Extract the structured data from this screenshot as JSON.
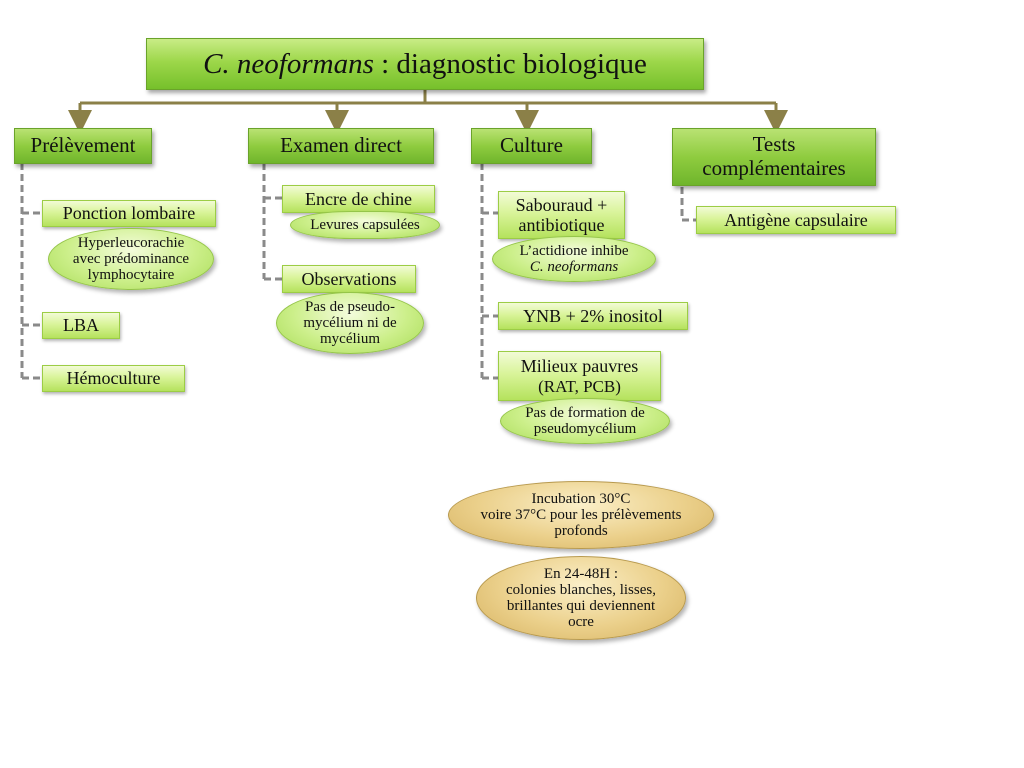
{
  "title": {
    "species": "C. neoformans",
    "rest": " : diagnostic biologique"
  },
  "headers": [
    "Prélèvement",
    "Examen direct",
    "Culture",
    "Tests complémentaires"
  ],
  "prelevement": {
    "ponction": "Ponction lombaire",
    "ponction_note": "Hyperleucorachie avec prédominance lymphocytaire",
    "lba": "LBA",
    "hemoculture": "Hémoculture"
  },
  "examen": {
    "encre": "Encre de chine",
    "encre_note": "Levures capsulées",
    "observations": "Observations",
    "observations_note": "Pas de pseudo-mycélium ni de mycélium"
  },
  "culture": {
    "sabouraud_l1": "Sabouraud +",
    "sabouraud_l2": "antibiotique",
    "actidione_text": "L’actidione inhibe",
    "actidione_species": "C. neoformans",
    "ynb": "YNB + 2% inositol",
    "milieux_l1": "Milieux pauvres",
    "milieux_l2": "(RAT, PCB)",
    "milieux_note": "Pas de formation de pseudomycélium",
    "incubation_l1": "Incubation 30°C",
    "incubation_l2": "voire 37°C pour les prélèvements",
    "incubation_l3": "profonds",
    "colonies_l1": "En 24-48H :",
    "colonies_l2": "colonies blanches, lisses,",
    "colonies_l3": "brillantes qui deviennent",
    "colonies_l4": "ocre"
  },
  "tests": {
    "antigene": "Antigène capsulaire"
  },
  "colors": {
    "connector_solid": "#8b8048",
    "connector_dashed": "#8a8a8a"
  }
}
